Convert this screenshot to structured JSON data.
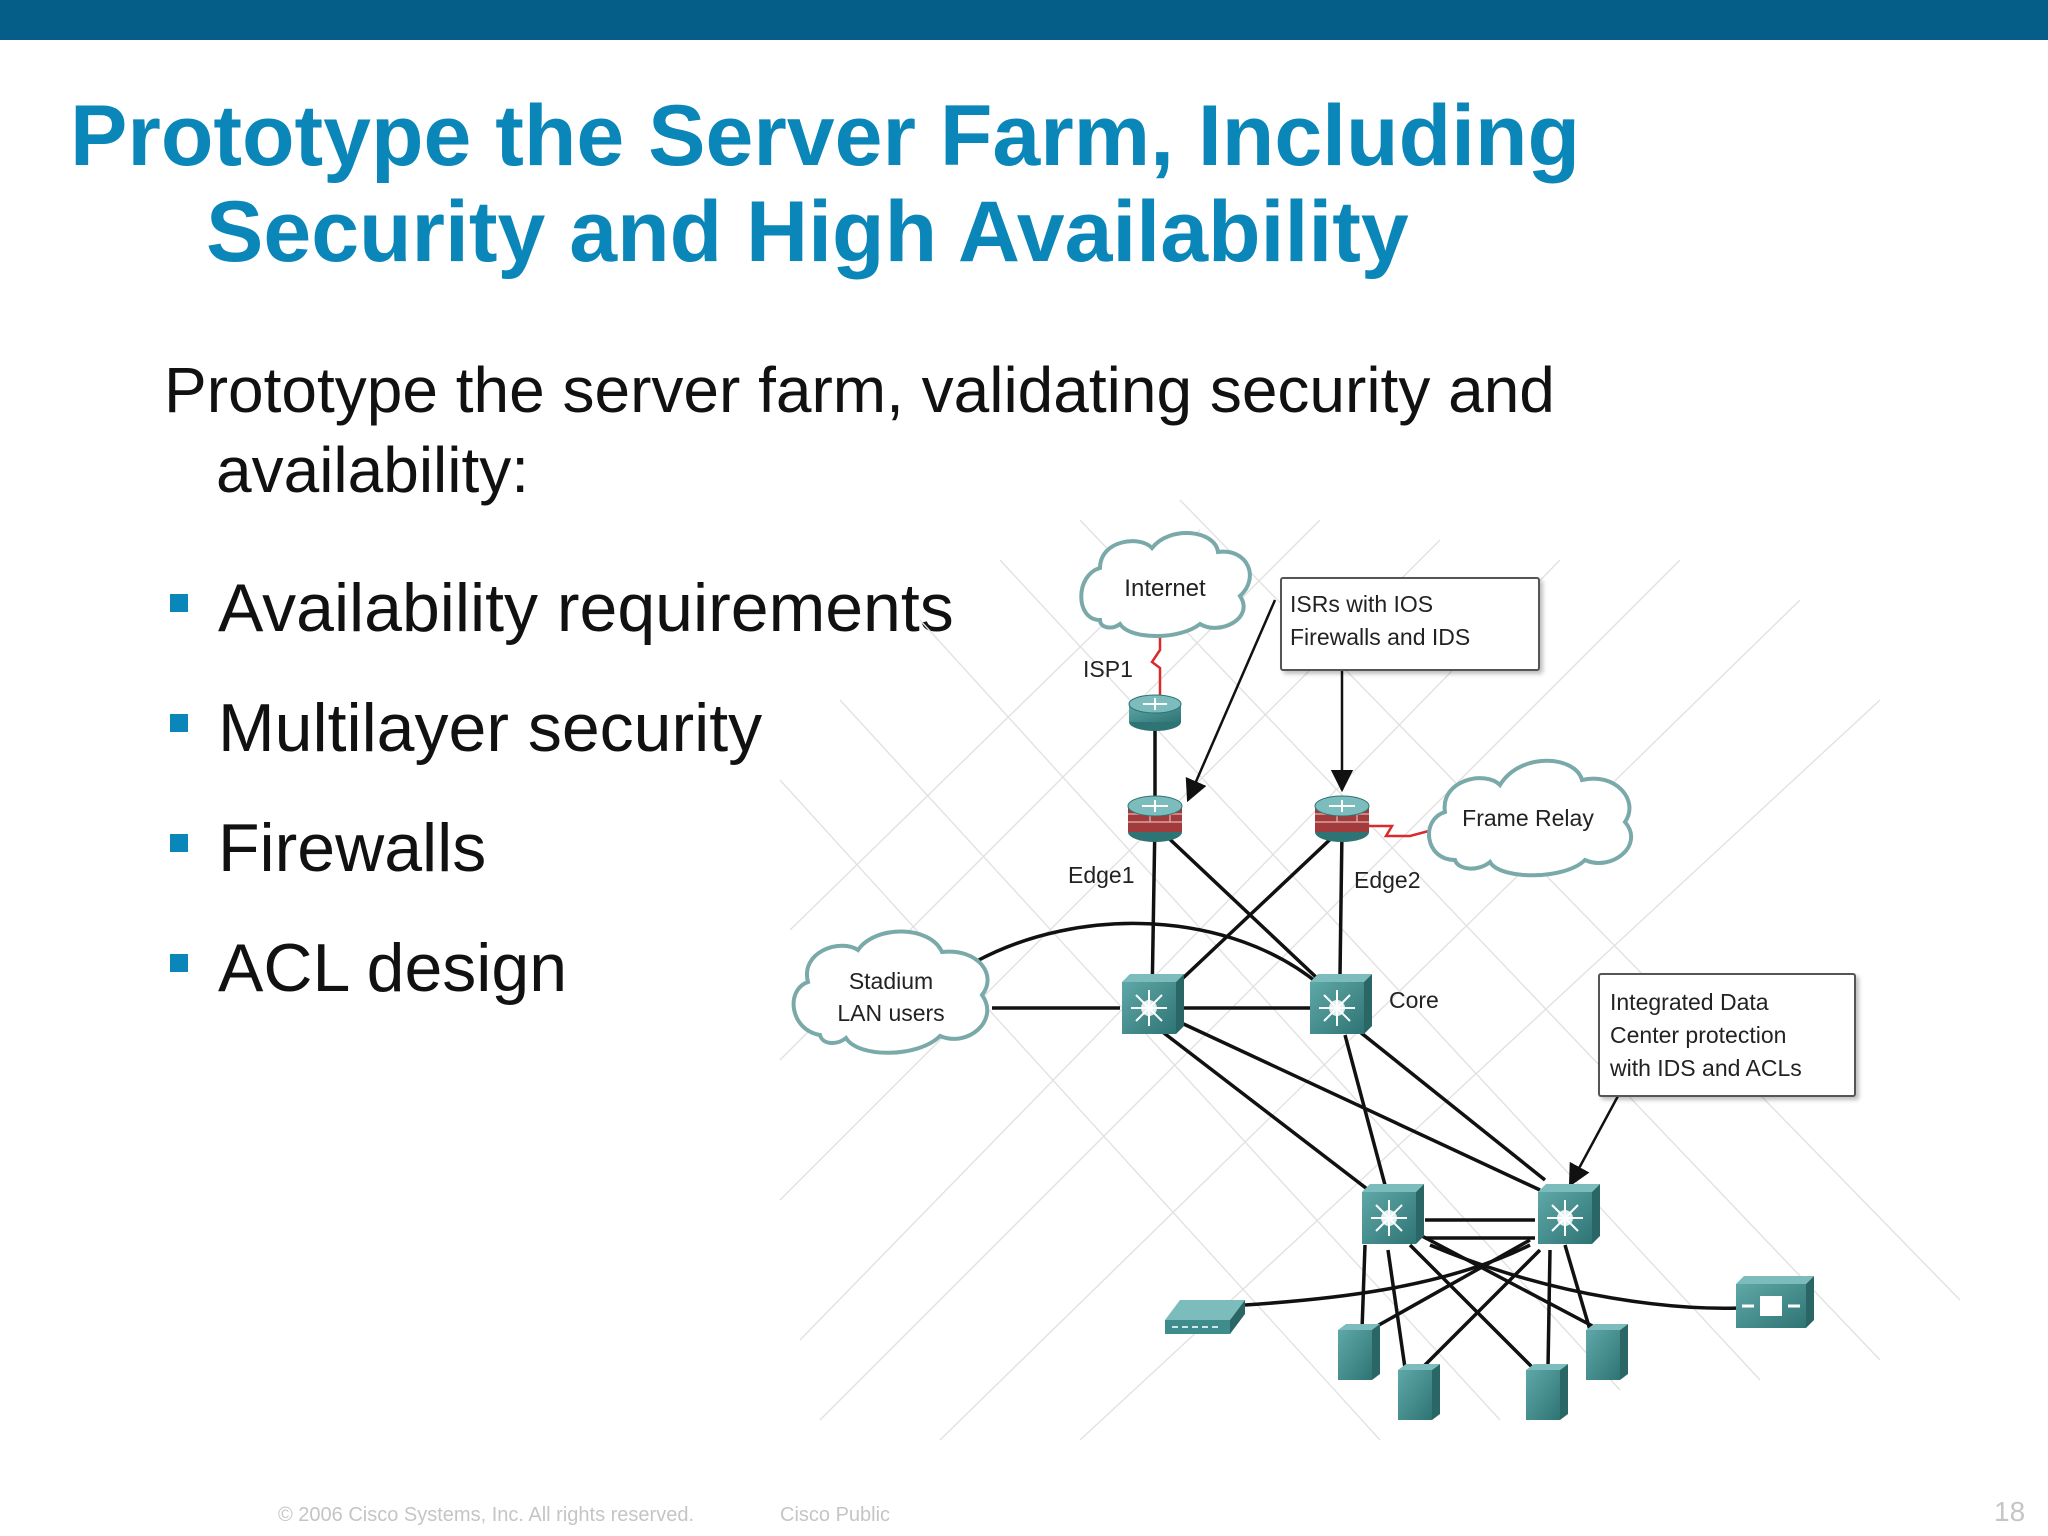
{
  "slide": {
    "title_line1": "Prototype the Server Farm, Including",
    "title_line2": "Security and High Availability",
    "intro_line1": "Prototype the server farm, validating security and",
    "intro_line2": "availability:",
    "bullets": [
      "Availability requirements",
      "Multilayer security",
      "Firewalls",
      "ACL design"
    ],
    "footer_copyright": "© 2006 Cisco Systems, Inc. All rights reserved.",
    "footer_classification": "Cisco Public",
    "page_number": "18",
    "colors": {
      "header_bar": "#055e87",
      "title": "#0a86b8",
      "bullet": "#0a86b8",
      "device": "#3e8c8c"
    }
  },
  "diagram": {
    "clouds": {
      "internet": "Internet",
      "frame_relay": "Frame Relay",
      "stadium_line1": "Stadium",
      "stadium_line2": "LAN users"
    },
    "labels": {
      "isp1": "ISP1",
      "edge1": "Edge1",
      "edge2": "Edge2",
      "core": "Core"
    },
    "callouts": {
      "isr_line1": "ISRs with IOS",
      "isr_line2": "Firewalls and IDS",
      "dc_line1": "Integrated Data",
      "dc_line2": "Center protection",
      "dc_line3": "with IDS and ACLs"
    }
  }
}
